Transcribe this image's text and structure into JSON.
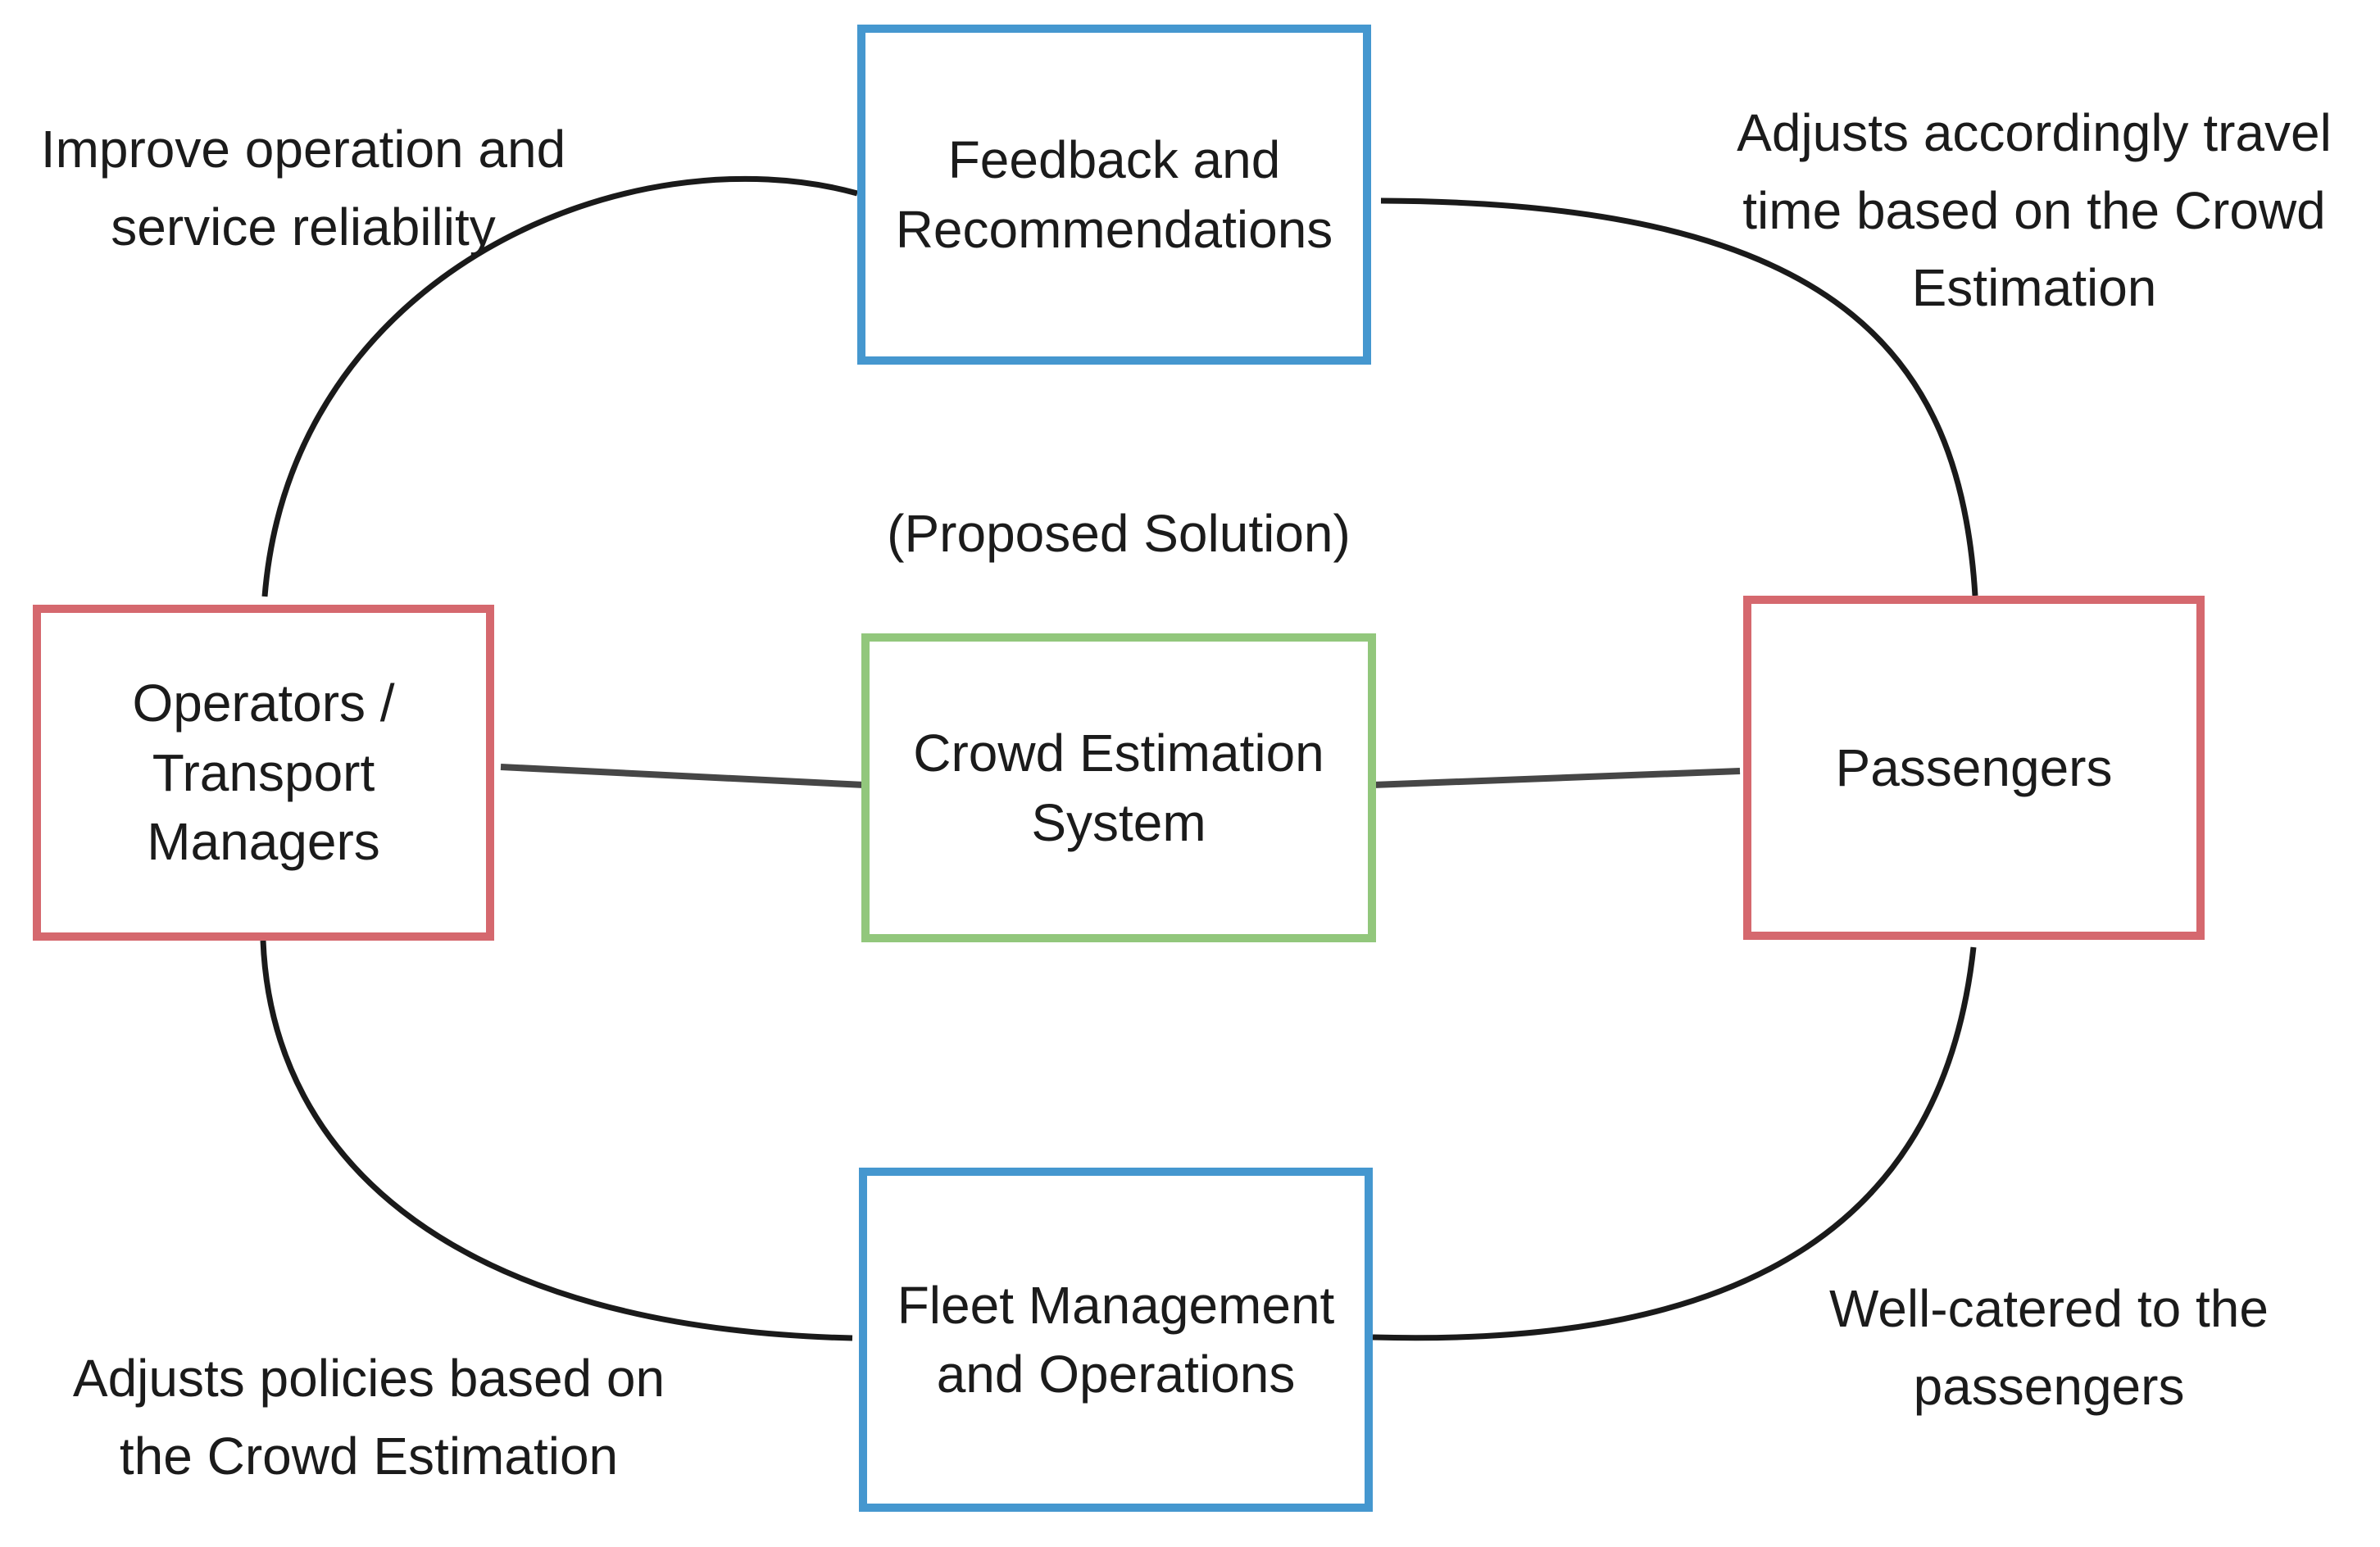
{
  "diagram": {
    "caption": "(Proposed Solution)",
    "colors": {
      "node_border_blue": "#4597cf",
      "node_border_red": "#d5686e",
      "node_border_green": "#92c77c",
      "connector_line": "#464646",
      "curve_line": "#1a1a1a",
      "arrowhead": "#141414",
      "text": "#1b1b1b",
      "background": "#ffffff"
    },
    "boxes": [
      {
        "id": "feedback",
        "label": "Feedback and\nRecommendations",
        "border": "blue"
      },
      {
        "id": "operators",
        "label": "Operators /\nTransport\nManagers",
        "border": "red"
      },
      {
        "id": "crowd",
        "label": "Crowd Estimation\nSystem",
        "border": "green",
        "caption": "(Proposed Solution)"
      },
      {
        "id": "passengers",
        "label": "Passengers",
        "border": "red"
      },
      {
        "id": "fleet",
        "label": "Fleet Management\nand Operations",
        "border": "blue"
      }
    ],
    "annotations": [
      {
        "id": "improve",
        "text": "Improve operation and\nservice reliability"
      },
      {
        "id": "adjusts_travel",
        "text": "Adjusts accordingly travel\ntime based on the Crowd\nEstimation"
      },
      {
        "id": "adjusts_policies",
        "text": "Adjusts policies based on\nthe Crowd Estimation"
      },
      {
        "id": "well_catered",
        "text": "Well-catered to the\npassengers"
      }
    ],
    "arrows": [
      {
        "from": "feedback",
        "to": "operators",
        "style": "curved"
      },
      {
        "from": "passengers",
        "to": "feedback",
        "style": "curved"
      },
      {
        "from": "operators",
        "to": "fleet",
        "style": "curved"
      },
      {
        "from": "fleet",
        "to": "passengers",
        "style": "curved"
      },
      {
        "from": "crowd",
        "to": "operators",
        "style": "straight"
      },
      {
        "from": "crowd",
        "to": "passengers",
        "style": "straight"
      }
    ]
  }
}
